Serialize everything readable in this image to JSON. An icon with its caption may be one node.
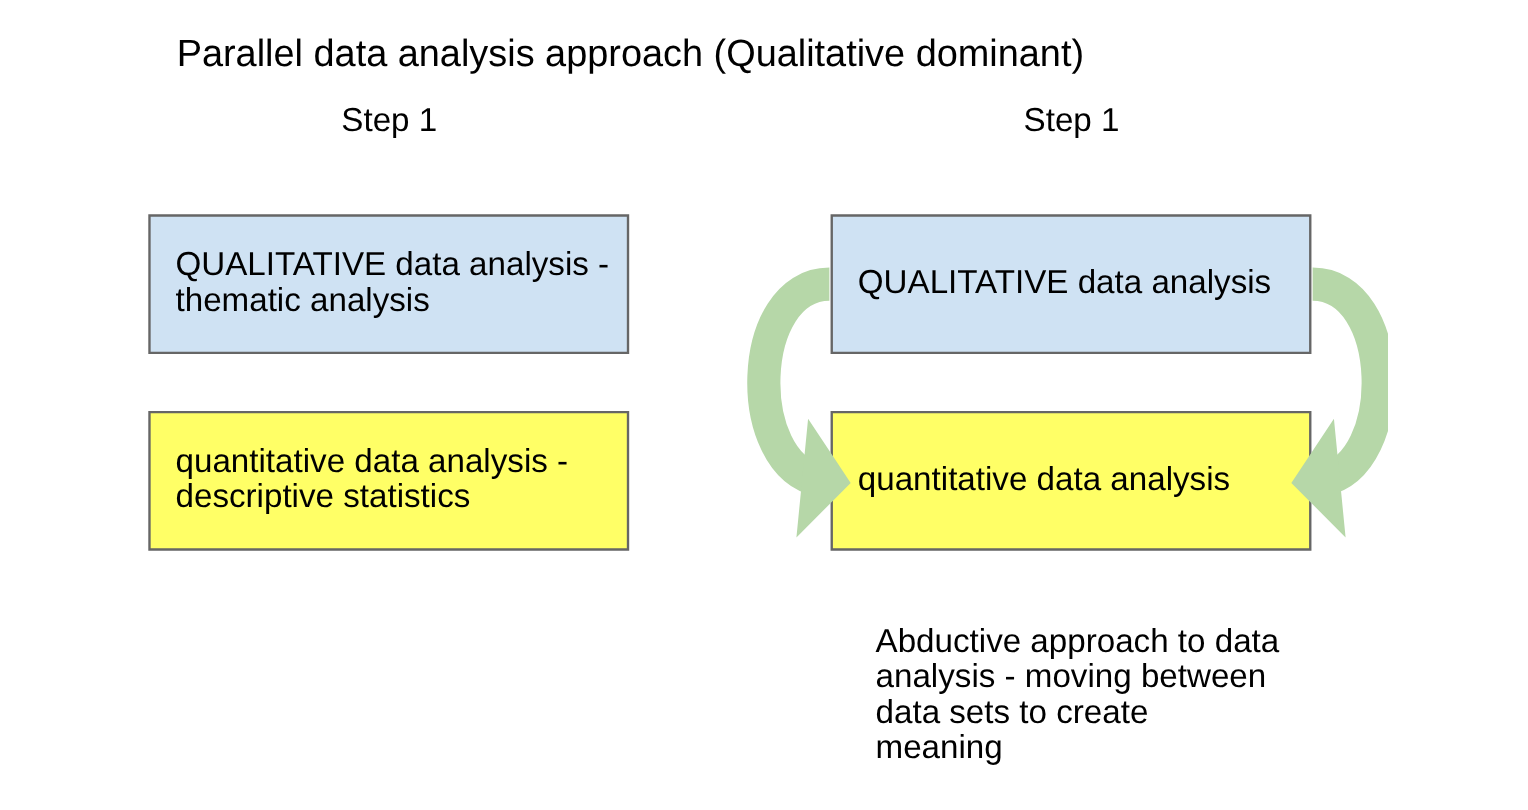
{
  "diagram": {
    "title": "Parallel data analysis approach (Qualitative dominant)",
    "nodes": [
      {
        "text": [
          "QUALITATIVE data analysis - thematic analysis"
        ]
      },
      {
        "text": [
          "quantitative data analysis - descriptive statistics"
        ]
      },
      {
        "text": [
          "QUALITATIVE data analysis"
        ]
      },
      {
        "text": [
          "quantitative data analysis"
        ]
      }
    ],
    "edges": [
      {
        "from": 2,
        "to": 3,
        "arrow": "to"
      },
      {
        "from": 2,
        "to": 3,
        "arrow": "to"
      }
    ],
    "labels": [
      "Step 1",
      "Step 1",
      "Abductive approach to data analysis - moving between data sets to create meaning"
    ]
  }
}
